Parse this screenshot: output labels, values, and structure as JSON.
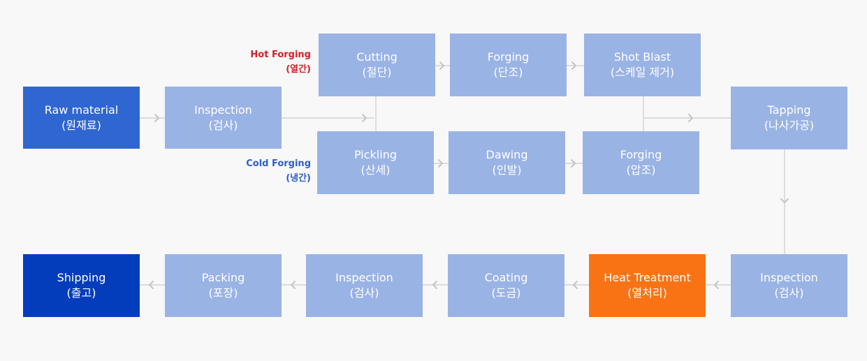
{
  "colors": {
    "raw_material": "#2f66d1",
    "shipping": "#043dbb",
    "heat_treatment": "#f97314",
    "step": "#9ab3e5",
    "hot_label": "#d3202a",
    "cold_label": "#2f5fc6",
    "connector": "#cccccc"
  },
  "labels": {
    "hot": {
      "en": "Hot Forging",
      "ko": "(열간)"
    },
    "cold": {
      "en": "Cold Forging",
      "ko": "(냉간)"
    }
  },
  "steps": {
    "raw_material": {
      "en": "Raw material",
      "ko": "(원재료)"
    },
    "inspection1": {
      "en": "Inspection",
      "ko": "(검사)"
    },
    "cutting": {
      "en": "Cutting",
      "ko": "(절단)"
    },
    "forging_hot": {
      "en": "Forging",
      "ko": "(단조)"
    },
    "shot_blast": {
      "en": "Shot Blast",
      "ko": "(스케일 제거)"
    },
    "pickling": {
      "en": "Pickling",
      "ko": "(산세)"
    },
    "dawing": {
      "en": "Dawing",
      "ko": "(인발)"
    },
    "forging_cold": {
      "en": "Forging",
      "ko": "(압조)"
    },
    "tapping": {
      "en": "Tapping",
      "ko": "(나사가공)"
    },
    "inspection2": {
      "en": "Inspection",
      "ko": "(검사)"
    },
    "heat_treatment": {
      "en": "Heat Treatment",
      "ko": "(열처리)"
    },
    "coating": {
      "en": "Coating",
      "ko": "(도금)"
    },
    "inspection3": {
      "en": "Inspection",
      "ko": "(검사)"
    },
    "packing": {
      "en": "Packing",
      "ko": "(포장)"
    },
    "shipping": {
      "en": "Shipping",
      "ko": "(출고)"
    }
  }
}
